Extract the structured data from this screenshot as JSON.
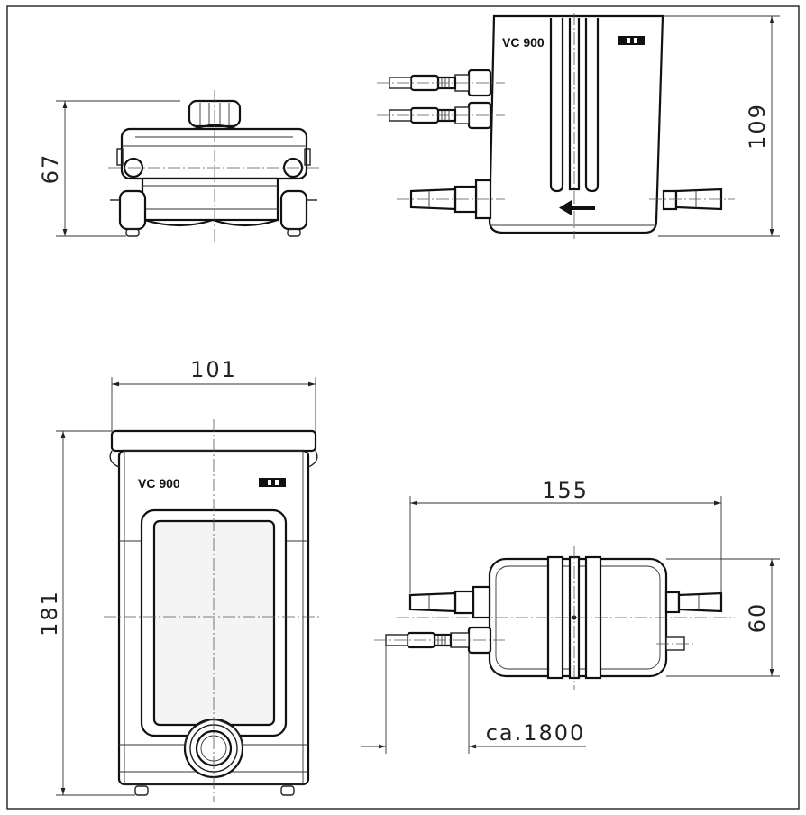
{
  "dimensions": {
    "front_height": "67",
    "side_height": "109",
    "top_width": "101",
    "top_height": "181",
    "plan_width": "155",
    "plan_height": "60",
    "cable_length": "ca.1800"
  },
  "labels": {
    "model_side": "VC 900",
    "model_top": "VC 900"
  },
  "colors": {
    "line": "#222222",
    "background": "#ffffff"
  }
}
